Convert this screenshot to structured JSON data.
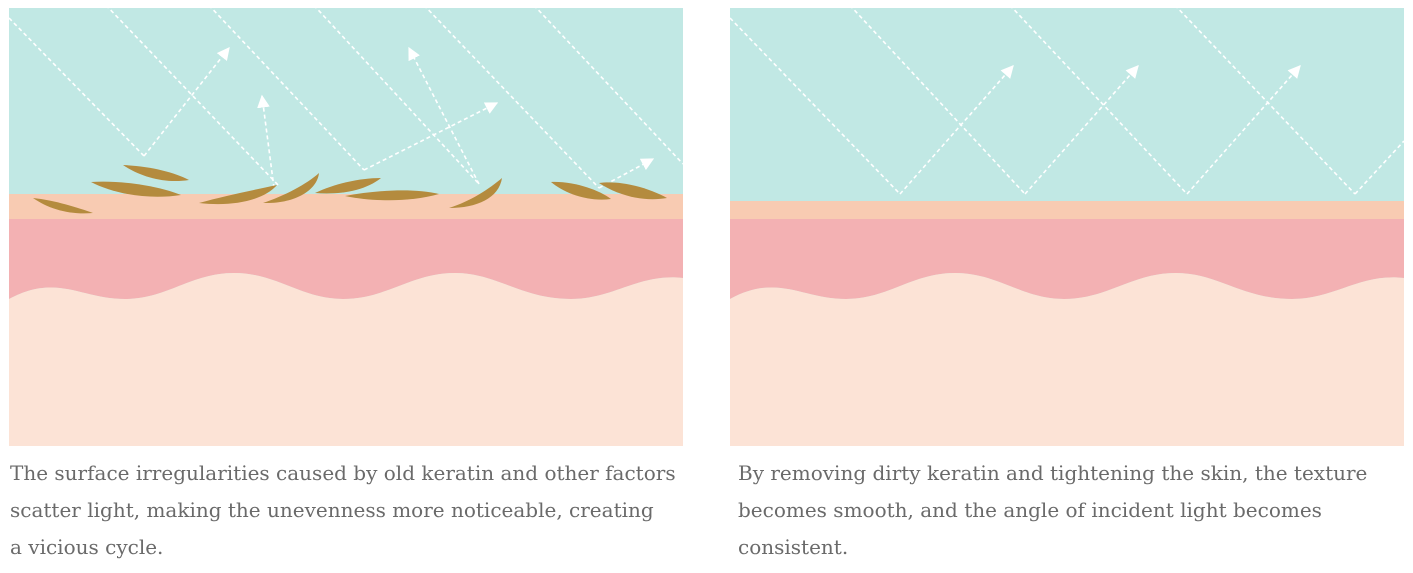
{
  "colors": {
    "sky": "#c1e8e4",
    "stratum_corneum": "#f8cbb2",
    "epidermis": "#f3b1b3",
    "dermis": "#fce3d6",
    "keratin_flake": "#b48b3e",
    "light_ray": "#ffffff"
  },
  "panels": [
    {
      "id": "rough-skin",
      "caption_lines": [
        "The surface irregularities caused by old keratin and other factors",
        "scatter light, making the unevenness more noticeable, creating",
        "a vicious cycle."
      ]
    },
    {
      "id": "smooth-skin",
      "caption_lines": [
        "By removing dirty keratin and tightening the skin, the texture",
        "becomes smooth, and the angle of incident light becomes",
        "consistent."
      ]
    }
  ]
}
